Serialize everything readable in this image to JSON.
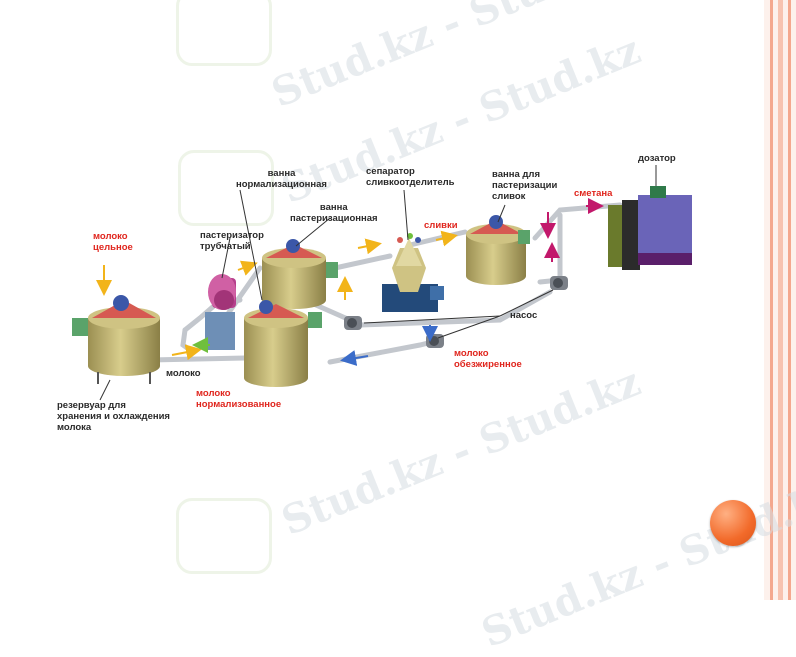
{
  "watermark": "Stud.kz - Stud.kz",
  "labels": {
    "whole_milk": "молоко\nцельное",
    "tubular_pasteurizer": "пастеризатор\nтрубчатый",
    "normalization_bath": "ванна\nнормализационная",
    "pasteurization_bath": "ванна\nпастеризационная",
    "separator": "сепаратор\nсливкоотделитель",
    "cream": "сливки",
    "cream_pasteurization_bath": "ванна для\nпастеризации\nсливок",
    "sour_cream": "сметана",
    "dispenser": "дозатор",
    "pump": "насос",
    "skim_milk": "молоко\nобезжиренное",
    "milk": "молоко",
    "normalized_milk": "молоко\nнормализованное",
    "storage_tank": "резервуар для\nхранения и охлаждения\nмолока"
  },
  "colors": {
    "tank": "#c9bd79",
    "tank_dark": "#9b8f52",
    "lid": "#d65a52",
    "motor": "#3b57a8",
    "pipe": "#c8ccd2",
    "arrow_yellow": "#f2b41a",
    "arrow_blue": "#3b6cc9",
    "arrow_magenta": "#c2186b",
    "arrow_green": "#6fbf3d",
    "dispenser": "#6a64b8",
    "accent_orange": "#f26a2a",
    "stripe": "#f4a88e",
    "label_red": "#e0261e"
  }
}
